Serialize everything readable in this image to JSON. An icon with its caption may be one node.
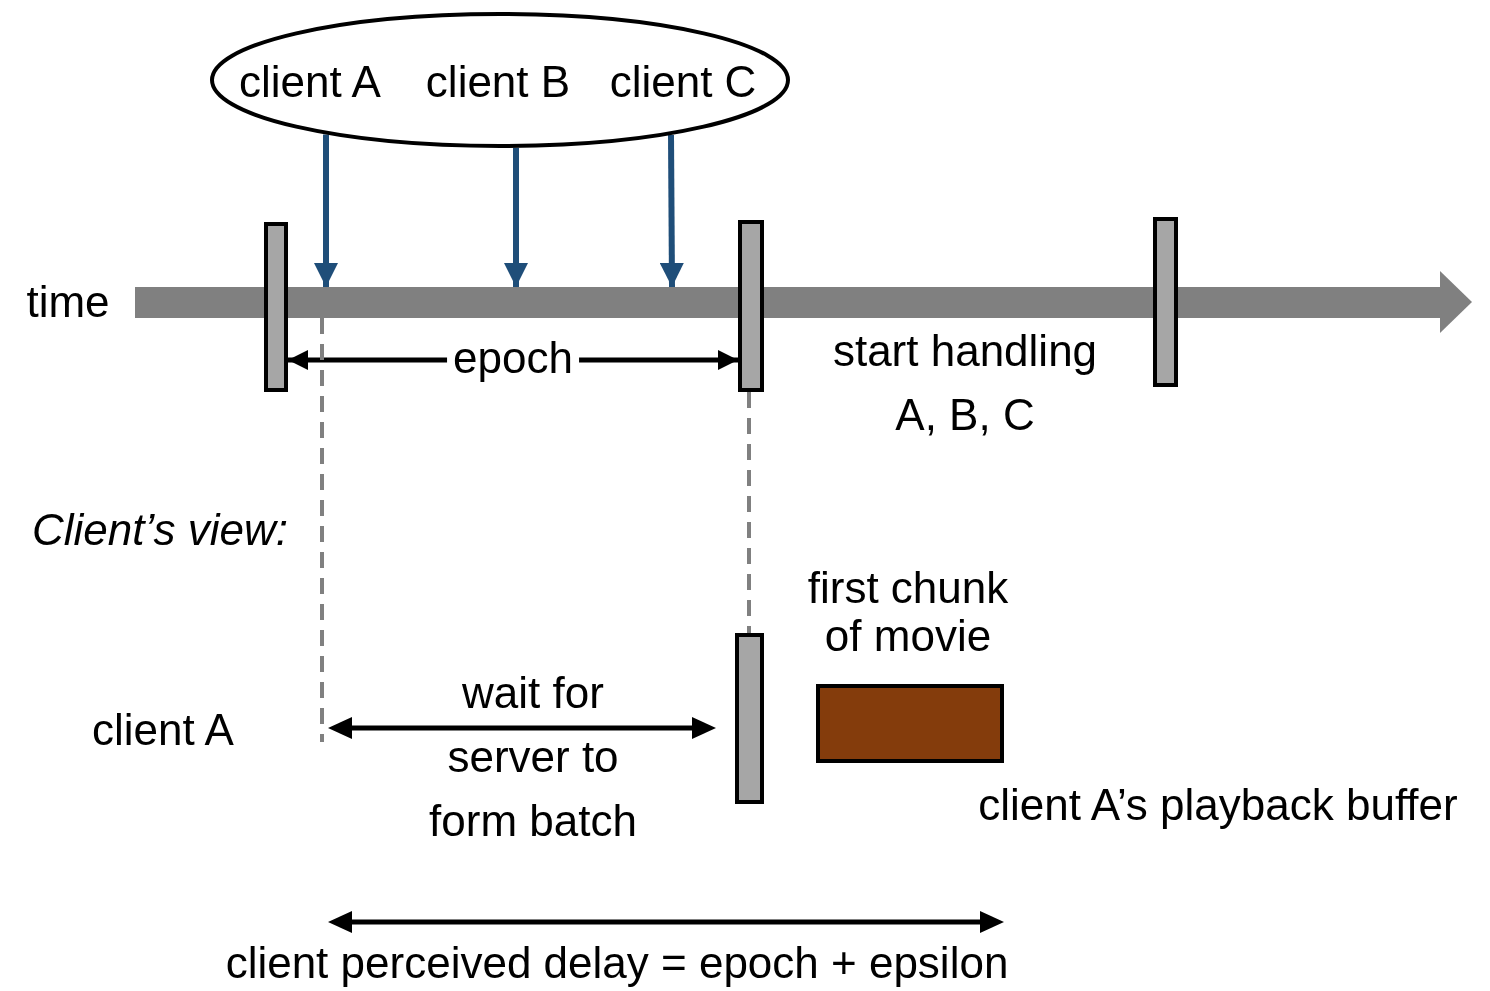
{
  "diagram": {
    "nodes": [
      {
        "text": [
          "client A",
          "client B",
          "client C"
        ]
      },
      {
        "text": [],
        "shape": "bar"
      },
      {
        "text": [],
        "shape": "bar"
      },
      {
        "text": [],
        "shape": "bar"
      },
      {
        "text": [],
        "shape": "bar"
      },
      {
        "text": [],
        "shape": "box",
        "beside": [
          "first chunk of movie",
          "client A’s playback buffer"
        ]
      },
      {
        "text": [],
        "shape": "arrow",
        "beside": [
          "time"
        ]
      }
    ],
    "edges": [
      {
        "from": 0,
        "to": 6,
        "arrow": "to"
      },
      {
        "from": 0,
        "to": 6,
        "arrow": "to"
      },
      {
        "from": 0,
        "to": 6,
        "arrow": "to"
      },
      {
        "from": 2,
        "to": 4,
        "arrow": "none",
        "style": "dashed",
        "color": "#808080"
      },
      {
        "from": 1,
        "to": 2,
        "arrow": "both",
        "label": "epoch",
        "color": "#000000"
      }
    ],
    "labels": [
      "start handling A, B, C",
      "Client’s view:",
      "client A",
      "wait for server to form batch",
      "client perceived delay = epoch + epsilon"
    ]
  }
}
